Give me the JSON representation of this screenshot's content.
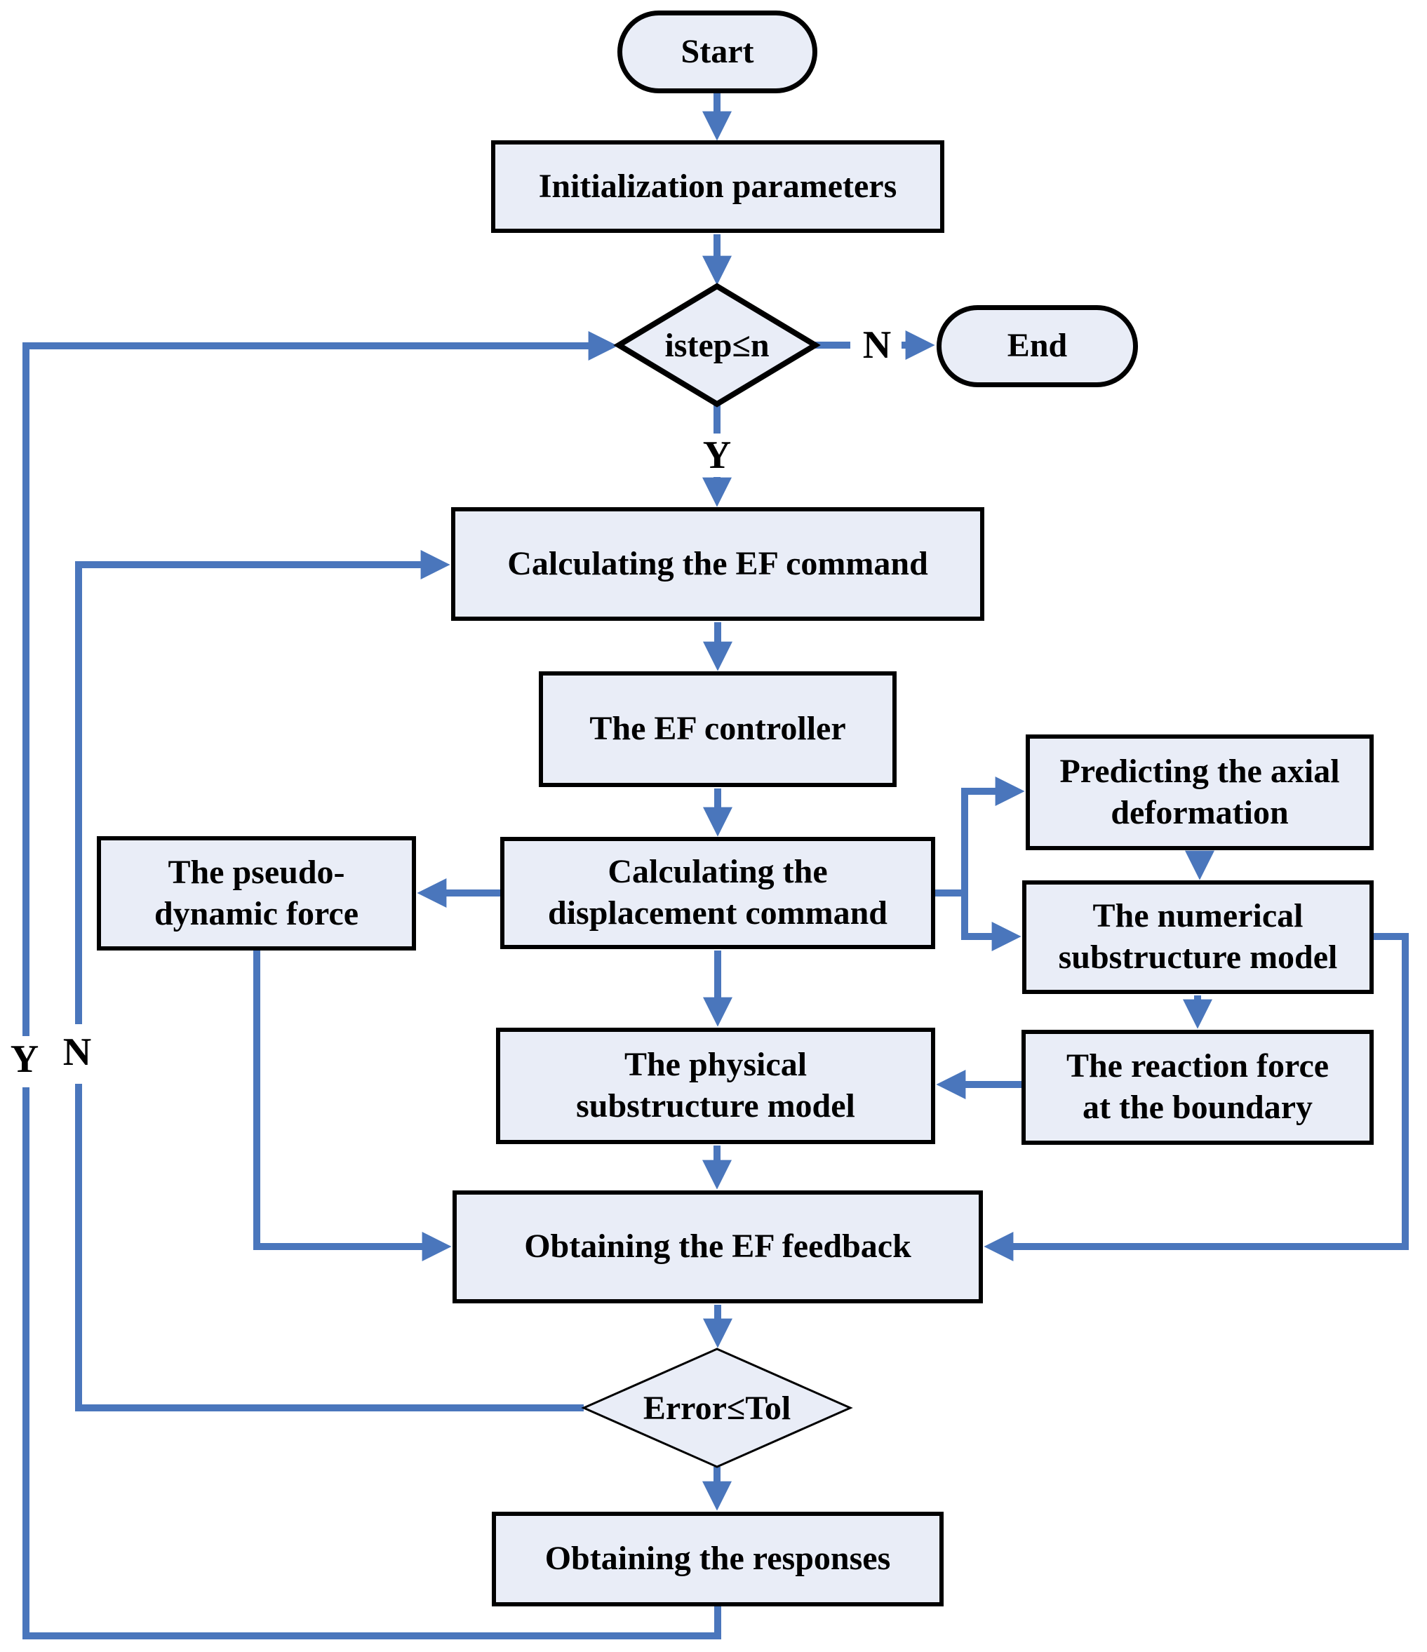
{
  "diagram": {
    "type": "flowchart",
    "nodes": {
      "start": {
        "label": "Start",
        "shape": "terminator"
      },
      "init": {
        "label": "Initialization parameters",
        "shape": "process"
      },
      "istep": {
        "label": "istep≤n",
        "shape": "decision"
      },
      "end": {
        "label": "End",
        "shape": "terminator"
      },
      "calc_ef": {
        "label": "Calculating the EF command",
        "shape": "process"
      },
      "ef_controller": {
        "label": "The EF controller",
        "shape": "process"
      },
      "calc_disp": {
        "label": "Calculating the\ndisplacement command",
        "shape": "process"
      },
      "pseudo": {
        "label": "The pseudo-\ndynamic force",
        "shape": "process"
      },
      "predict": {
        "label": "Predicting the axial\ndeformation",
        "shape": "process"
      },
      "numerical": {
        "label": "The numerical\nsubstructure model",
        "shape": "process"
      },
      "physical": {
        "label": "The physical\nsubstructure model",
        "shape": "process"
      },
      "reaction": {
        "label": "The reaction force\nat the boundary",
        "shape": "process"
      },
      "feedback": {
        "label": "Obtaining the EF feedback",
        "shape": "process"
      },
      "error": {
        "label": "Error≤Tol",
        "shape": "decision"
      },
      "responses": {
        "label": "Obtaining the responses",
        "shape": "process"
      }
    },
    "edge_labels": {
      "istep_no": "N",
      "istep_yes": "Y",
      "loop_yes": "Y",
      "error_no": "N"
    },
    "colors": {
      "node_fill": "#e9edf7",
      "node_border": "#000000",
      "arrow": "#4a76bc",
      "text": "#000000"
    }
  }
}
